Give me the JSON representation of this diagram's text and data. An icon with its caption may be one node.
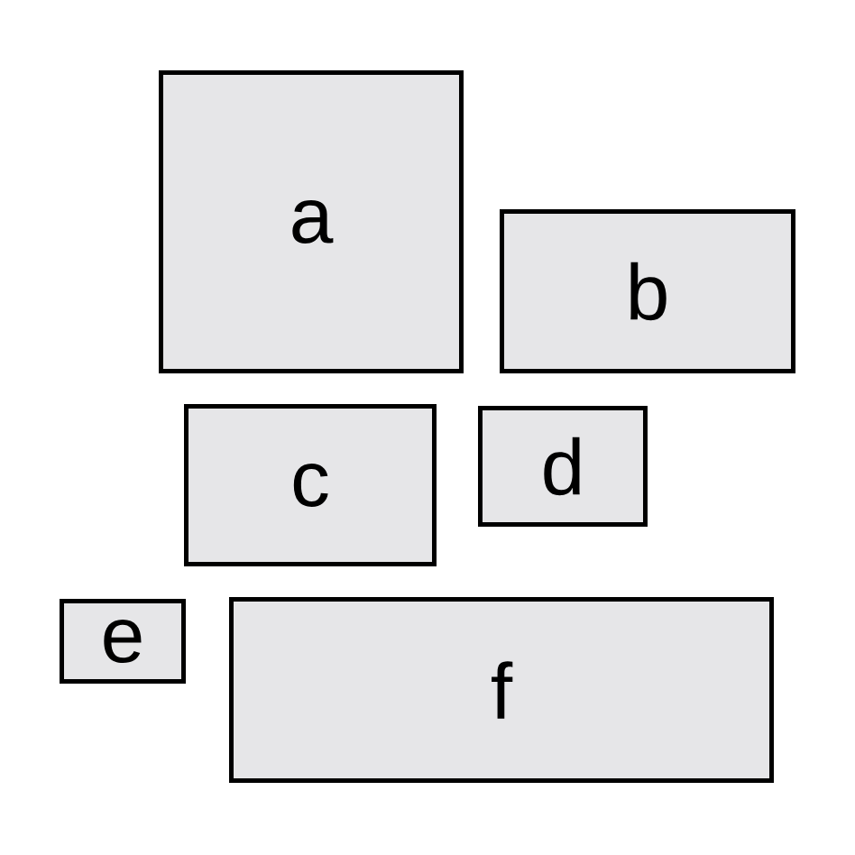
{
  "diagram": {
    "nodes": [
      {
        "text": [
          "a"
        ]
      },
      {
        "text": [
          "b"
        ]
      },
      {
        "text": [
          "c"
        ]
      },
      {
        "text": [
          "d"
        ]
      },
      {
        "text": [
          "e"
        ]
      },
      {
        "text": [
          "f"
        ]
      }
    ]
  }
}
